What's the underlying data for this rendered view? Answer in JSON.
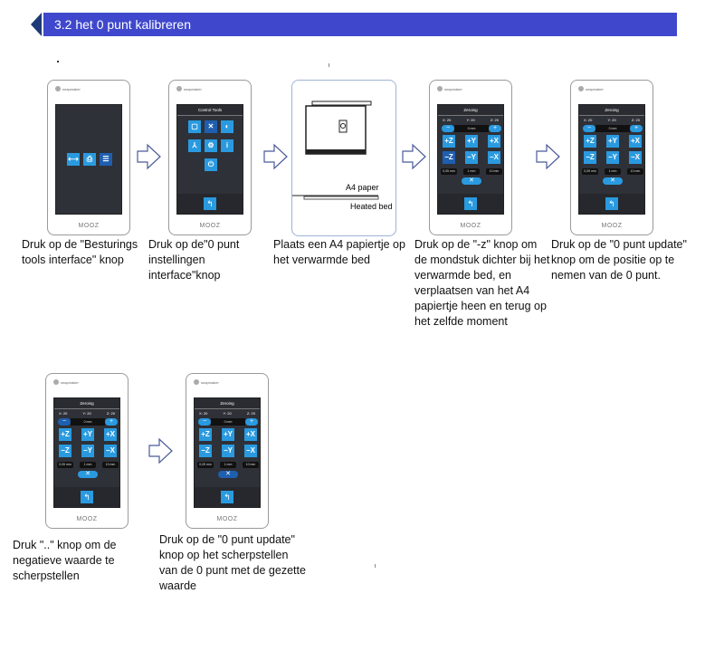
{
  "header": {
    "title": "3.2 het 0 punt kalibreren",
    "accent": "#3f48cc"
  },
  "phone": {
    "logo": "snapmaker",
    "brand": "MOOZ"
  },
  "control_tools": {
    "title": "Control Tools"
  },
  "zeroing": {
    "title": "Zeroing",
    "x": "X: 20",
    "y": "Y: 20",
    "z": "Z: 20",
    "field": "0 mm",
    "plus_z": "+Z",
    "plus_y": "+Y",
    "plus_x": "+X",
    "minus_z": "−Z",
    "minus_y": "−Y",
    "minus_x": "−X",
    "steps": [
      "0,05 mm",
      "1 mm",
      "10 mm"
    ]
  },
  "illustration": {
    "paper": "A4 paper",
    "bed": "Heated bed"
  },
  "steps": [
    {
      "caption": "Druk op de \"Besturings tools interface\" knop"
    },
    {
      "caption": "Druk op de\"0 punt instellingen interface\"knop"
    },
    {
      "caption": "Plaats een A4 papiertje op het verwarmde bed"
    },
    {
      "caption": "Druk op de \"-z\" knop om de mondstuk dichter bij het verwarmde bed, en verplaatsen van het A4 papiertje heen en terug op het zelfde moment"
    },
    {
      "caption": "Druk op de \"0 punt update\" knop om de positie op te nemen van de 0 punt."
    },
    {
      "caption": "Druk \"..\" knop om de negatieve waarde te scherpstellen"
    },
    {
      "caption": "Druk op de \"0 punt update\" knop op het scherpstellen van de 0 punt met de gezette waarde"
    }
  ]
}
